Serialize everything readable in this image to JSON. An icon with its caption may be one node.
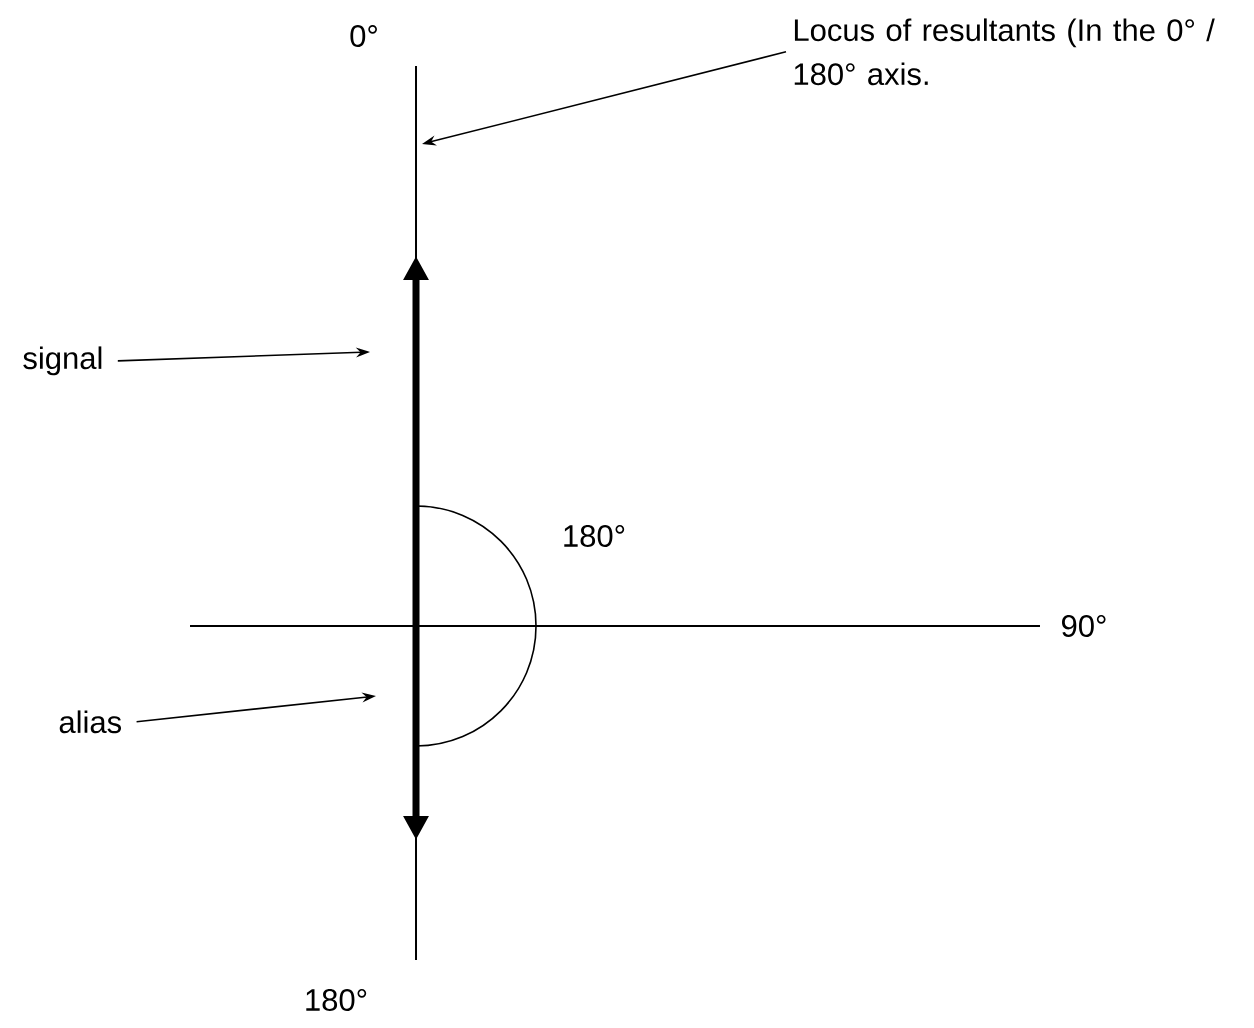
{
  "diagram": {
    "nodes": [
      {
        "text": [
          "Locus of resultants (In the 0° / 180° axis."
        ]
      },
      {
        "text": [
          "signal"
        ]
      },
      {
        "text": [
          "alias"
        ]
      }
    ],
    "edges": [
      {
        "from": 0,
        "to": null,
        "arrow": "to"
      },
      {
        "from": 1,
        "to": null,
        "arrow": "to"
      },
      {
        "from": 2,
        "to": null,
        "arrow": "to"
      }
    ],
    "labels": [
      "0°",
      "180°",
      "90°",
      "180°"
    ]
  }
}
